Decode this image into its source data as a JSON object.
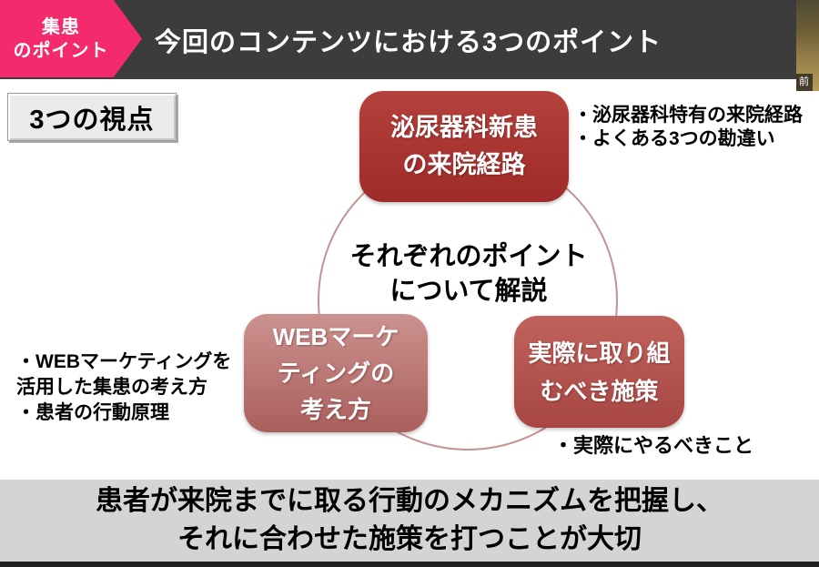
{
  "header": {
    "title": "今回のコンテンツにおける3つのポイント",
    "badge_lines": [
      "集患",
      "のポイント"
    ]
  },
  "video_overlay": {
    "name_label": "前"
  },
  "section_label": "3つの視点",
  "diagram": {
    "center_text": [
      "それぞれのポイント",
      "について解説"
    ],
    "nodes": {
      "top": {
        "lines": [
          "泌尿器科新患",
          "の来院経路"
        ]
      },
      "bottom_left": {
        "lines": [
          "WEBマーケ",
          "ティングの",
          "考え方"
        ]
      },
      "bottom_right": {
        "lines": [
          "実際に取り組",
          "むべき施策"
        ]
      }
    },
    "annotations": {
      "right": [
        "・泌尿器科特有の来院経路",
        "・よくある3つの勘違い"
      ],
      "left": [
        "・WEBマーケティングを",
        "活用した集患の考え方",
        "・患者の行動原理"
      ],
      "bottom": "・実際にやるべきこと"
    }
  },
  "footer": {
    "lines": [
      "患者が来院までに取る行動のメカニズムを把握し、",
      "それに合わせた施策を打つことが大切"
    ]
  },
  "colors": {
    "badge_pink": "#f32a6b",
    "header_bg": "#3c3c3c",
    "node_top_red": "#a93230",
    "node_bottom_right_red": "#b35550",
    "node_bottom_left_mauve": "#bd7c79",
    "circle_outline": "#c49290",
    "footer_bg": "#d4d4d4"
  }
}
